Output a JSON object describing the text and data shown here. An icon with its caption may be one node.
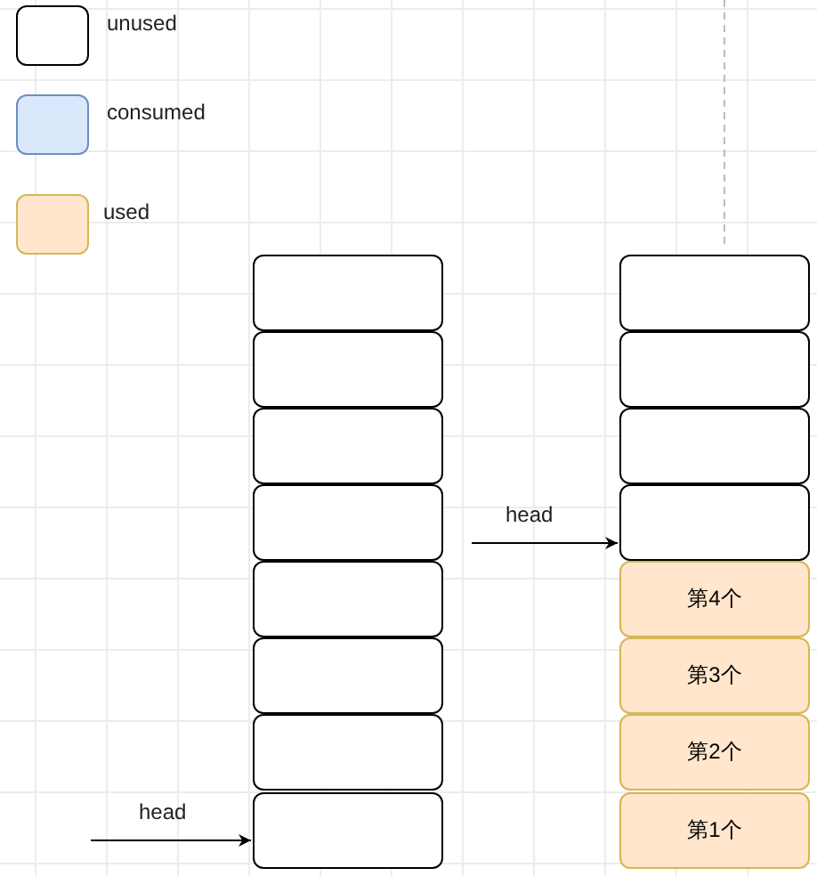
{
  "diagram": {
    "nodes": [
      {
        "text": [],
        "shape": "box"
      },
      {
        "text": [],
        "shape": "box"
      },
      {
        "text": [],
        "shape": "box"
      },
      {
        "text": [],
        "shape": "box"
      },
      {
        "text": [],
        "shape": "box"
      },
      {
        "text": [],
        "shape": "box"
      },
      {
        "text": [],
        "shape": "box"
      },
      {
        "text": [],
        "shape": "box"
      },
      {
        "text": [],
        "shape": "box"
      },
      {
        "text": [],
        "shape": "box"
      },
      {
        "text": [],
        "shape": "box"
      },
      {
        "text": [],
        "shape": "box"
      },
      {
        "text": [
          "第4个"
        ]
      },
      {
        "text": [
          "第3个"
        ]
      },
      {
        "text": [
          "第2个"
        ]
      },
      {
        "text": [
          "第1个"
        ]
      }
    ],
    "edges": [
      {
        "from": null,
        "to": 7,
        "arrow": "to",
        "label": "head"
      },
      {
        "from": null,
        "to": 11,
        "arrow": "to",
        "label": "head"
      }
    ],
    "legend": [
      {
        "text": "unused",
        "color": "#ffffff"
      },
      {
        "text": "consumed",
        "color": "#dae8fc"
      },
      {
        "text": "used",
        "color": "#ffe6cc"
      }
    ]
  }
}
